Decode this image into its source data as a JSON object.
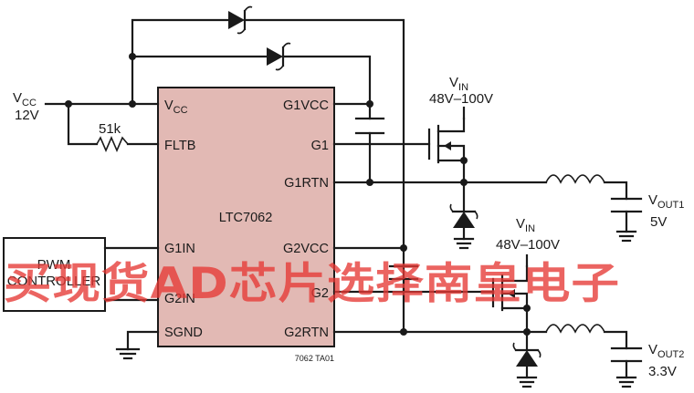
{
  "ic": {
    "name": "LTC7062",
    "fill": "#e2b9b4",
    "pins_left": [
      "VCC",
      "FLTB",
      "G1IN",
      "G2IN",
      "SGND"
    ],
    "pins_right": [
      "G1VCC",
      "G1",
      "G1RTN",
      "G2VCC",
      "G2",
      "G2RTN"
    ]
  },
  "supply": {
    "name": "V",
    "sub": "CC",
    "value": "12V"
  },
  "resistor": {
    "value": "51k"
  },
  "controller": {
    "line1": "PWM",
    "line2": "CONTROLLER"
  },
  "vin_top": {
    "name": "V",
    "sub": "IN",
    "range": "48V–100V"
  },
  "vin_bottom": {
    "name": "V",
    "sub": "IN",
    "range": "48V–100V"
  },
  "vout1": {
    "name": "V",
    "sub": "OUT1",
    "value": "5V"
  },
  "vout2": {
    "name": "V",
    "sub": "OUT2",
    "value": "3.3V"
  },
  "figure_code": "7062 TA01",
  "watermark": "买现货AD芯片选择南皇电子",
  "colors": {
    "ic_fill": "#e2b9b4",
    "watermark": "#e53935",
    "line": "#1a1a1a"
  }
}
